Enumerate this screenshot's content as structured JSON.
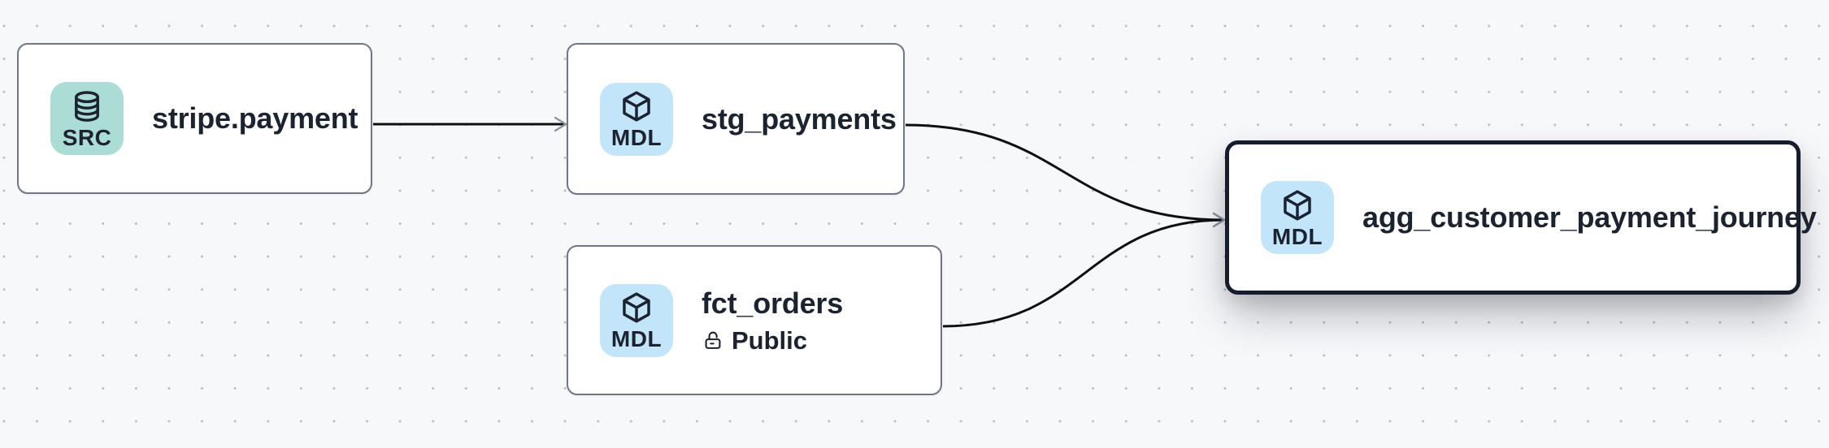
{
  "canvas": {
    "background_color": "#f7f8fa",
    "dot_color": "#b9bdc4",
    "edge_color": "#0d0f13",
    "arrowhead_color": "#8f959f",
    "selected_border_color": "#161e2e",
    "node_border_color": "#6e7787"
  },
  "nodes": [
    {
      "id": "stripe.payment",
      "title": "stripe.payment",
      "badge": {
        "label": "SRC",
        "icon": "database-icon",
        "bg": "#abdcd6"
      },
      "selected": false
    },
    {
      "id": "stg_payments",
      "title": "stg_payments",
      "badge": {
        "label": "MDL",
        "icon": "cube-icon",
        "bg": "#c2e5f9"
      },
      "selected": false
    },
    {
      "id": "fct_orders",
      "title": "fct_orders",
      "badge": {
        "label": "MDL",
        "icon": "cube-icon",
        "bg": "#c2e5f9"
      },
      "meta": {
        "icon": "lock-open-icon",
        "label": "Public"
      },
      "selected": false
    },
    {
      "id": "agg_customer_payment_journey",
      "title": "agg_customer_payment_journey",
      "badge": {
        "label": "MDL",
        "icon": "cube-icon",
        "bg": "#c2e5f9"
      },
      "selected": true
    }
  ],
  "edges": [
    {
      "from": "stripe.payment",
      "to": "stg_payments"
    },
    {
      "from": "stg_payments",
      "to": "agg_customer_payment_journey"
    },
    {
      "from": "fct_orders",
      "to": "agg_customer_payment_journey"
    }
  ]
}
